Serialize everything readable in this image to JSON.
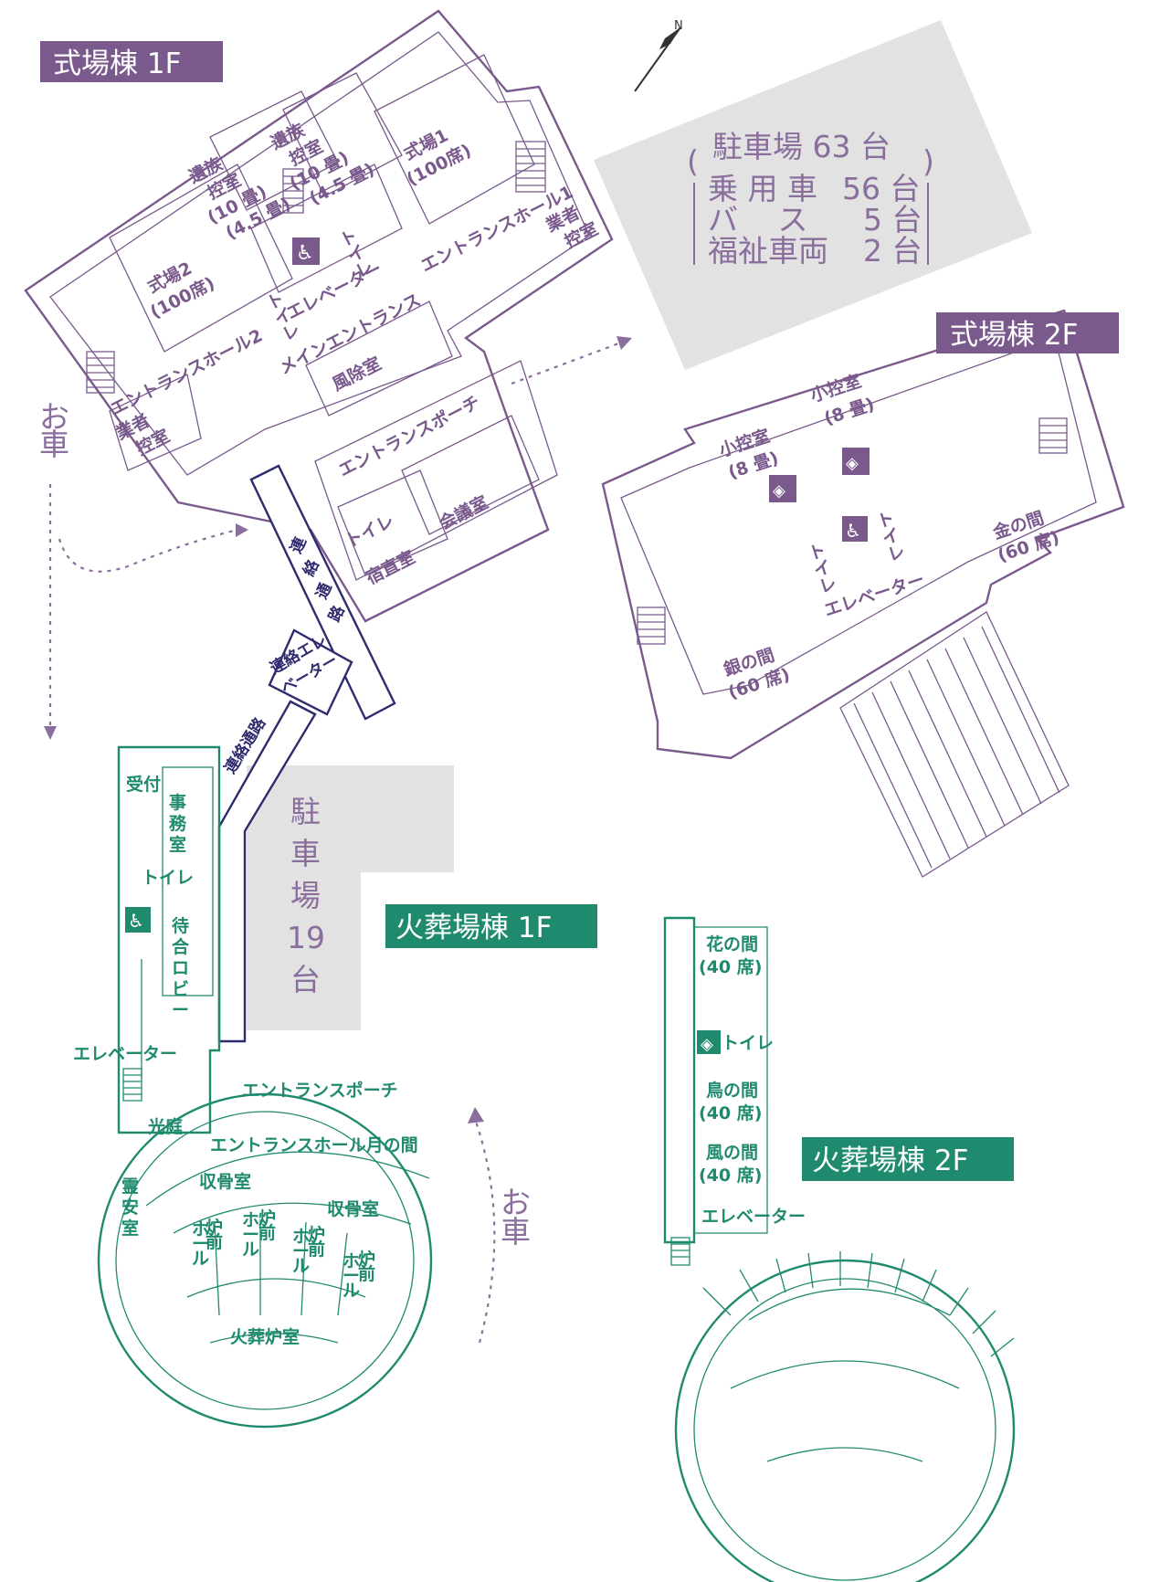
{
  "colors": {
    "ceremony": "#7a5a8c",
    "crematorium": "#1f8a6e",
    "corridor": "#2e2b6e",
    "parking": "#e2e2e2"
  },
  "tags": {
    "ceremony_1f": "式場棟 1F",
    "ceremony_2f": "式場棟 2F",
    "crem_1f": "火葬場棟 1F",
    "crem_2f": "火葬場棟 2F"
  },
  "north": "N",
  "parking_main": {
    "title": "駐車場 63 台",
    "rows": [
      {
        "label": "乗 用 車",
        "count": "56 台"
      },
      {
        "label": "バ　 ス",
        "count": "5 台"
      },
      {
        "label": "福祉車両",
        "count": "2 台"
      }
    ]
  },
  "parking_small": {
    "title_chars": [
      "駐",
      "車",
      "場",
      "19",
      "台"
    ]
  },
  "car_labels": {
    "left": [
      "お",
      "車"
    ],
    "right": [
      "お",
      "車"
    ]
  },
  "ceremony_1f_rooms": {
    "shikijo1": [
      "式場1",
      "(100席)"
    ],
    "shikijo2": [
      "式場2",
      "(100席)"
    ],
    "izoku_a": [
      "遺族",
      "控室",
      "(10 畳)",
      "(4.5 畳)"
    ],
    "izoku_b": [
      "遺族",
      "控室",
      "(10 畳)",
      "(4.5 畳)"
    ],
    "gyosha_a": [
      "業者",
      "控室"
    ],
    "gyosha_b": [
      "業者",
      "控室"
    ],
    "toilet_a": "トイレ",
    "toilet_b": "トイレ",
    "elevator": "エレベーター",
    "main_entrance": "メインエントランス",
    "entrance_hall1": "エントランスホール1",
    "entrance_hall2": "エントランスホール2",
    "fujoshitsu": "風除室",
    "porch": "エントランスポーチ",
    "toilet_c": "トイレ",
    "shukuchoku": "宿直室",
    "kaigishitsu": "会議室"
  },
  "corridor": {
    "upper": [
      "連",
      "絡",
      "通",
      "路"
    ],
    "elevator": [
      "連絡エレ",
      "ベーター"
    ],
    "lower": "連絡通路"
  },
  "ceremony_2f_rooms": {
    "kohikae_a": [
      "小控室",
      "(8 畳)"
    ],
    "kohikae_b": [
      "小控室",
      "(8 畳)"
    ],
    "toilet_a": "トイレ",
    "toilet_b": "トイレ",
    "elevator": "エレベーター",
    "kin": [
      "金の間",
      "(60 席)"
    ],
    "gin": [
      "銀の間",
      "(60 席)"
    ]
  },
  "crem_1f_rooms": {
    "uketsuke": "受付",
    "jimushitsu": [
      "事",
      "務",
      "室"
    ],
    "toilet": "トイレ",
    "machiai": [
      "待",
      "合",
      "ロ",
      "ビ",
      "ー"
    ],
    "elevator": "エレベーター",
    "porch": "エントランスポーチ",
    "kotei": "光庭",
    "hall": "エントランスホール月の間",
    "reian": [
      "霊",
      "安",
      "室"
    ],
    "shukotsu_a": "収骨室",
    "shukotsu_b": "収骨室",
    "rozen": [
      "炉",
      "前",
      "ホ",
      "ー",
      "ル"
    ],
    "kasoro": "火葬炉室"
  },
  "crem_2f_rooms": {
    "hana": [
      "花の間",
      "(40 席)"
    ],
    "toilet": "トイレ",
    "tori": [
      "鳥の間",
      "(40 席)"
    ],
    "kaze": [
      "風の間",
      "(40 席)"
    ],
    "elevator": "エレベーター"
  }
}
